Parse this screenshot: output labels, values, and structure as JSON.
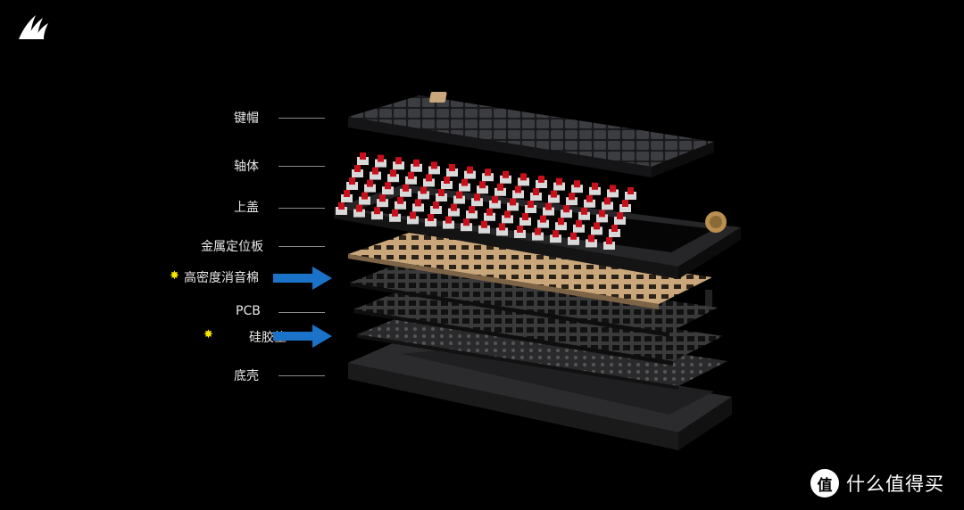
{
  "brand": {
    "logo_icon": "corsair-sails-icon"
  },
  "labels": [
    {
      "id": "keycaps",
      "text": "键帽",
      "highlight": false
    },
    {
      "id": "switches",
      "text": "轴体",
      "highlight": false
    },
    {
      "id": "top-case",
      "text": "上盖",
      "highlight": false
    },
    {
      "id": "metal-plate",
      "text": "金属定位板",
      "highlight": false
    },
    {
      "id": "foam",
      "text": "高密度消音棉",
      "highlight": true
    },
    {
      "id": "pcb",
      "text": "PCB",
      "highlight": false
    },
    {
      "id": "silicone-pad",
      "text": "硅胶垫",
      "highlight": true
    },
    {
      "id": "bottom-case",
      "text": "底壳",
      "highlight": false
    }
  ],
  "highlight_marker": "✸",
  "colors": {
    "arrow": "#1a73c8",
    "star": "#f7e600",
    "switch_red": "#c8101a",
    "plate_gold": "#c9a77a"
  },
  "watermark": {
    "badge": "值",
    "text": "什么值得买"
  }
}
